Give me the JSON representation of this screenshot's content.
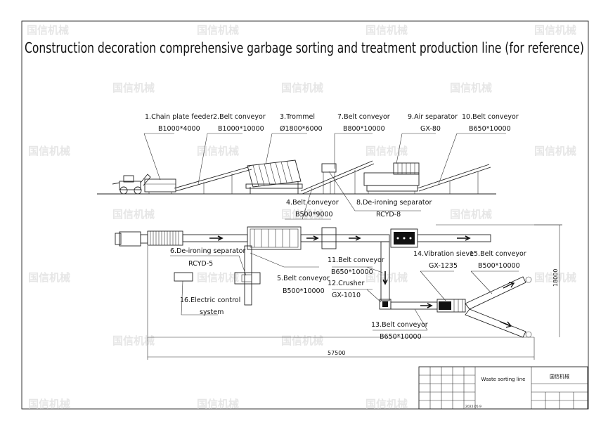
{
  "title": "Construction decoration comprehensive garbage sorting and treatment production line (for reference)",
  "watermark": "国信机械",
  "elevation": {
    "items": [
      {
        "name": "1.Chain plate feeder",
        "spec": "B1000*4000"
      },
      {
        "name": "2.Belt conveyor",
        "spec": "B1000*10000"
      },
      {
        "name": "3.Trommel",
        "spec": "Ø1800*6000"
      },
      {
        "name": "7.Belt conveyor",
        "spec": "B800*10000"
      },
      {
        "name": "9.Air separator",
        "spec": "GX-80"
      },
      {
        "name": "10.Belt conveyor",
        "spec": "B650*10000"
      },
      {
        "name": "4.Belt conveyor",
        "spec": "B500*9000"
      },
      {
        "name": "8.De-ironing separator",
        "spec": "RCYD-8"
      }
    ]
  },
  "plan": {
    "items": [
      {
        "name": "6.De-ironing separator",
        "spec": "RCYD-5"
      },
      {
        "name": "5.Belt conveyor",
        "spec": "B500*10000"
      },
      {
        "name": "11.Belt conveyor",
        "spec": "B650*10000"
      },
      {
        "name": "12.Crusher",
        "spec": "GX-1010"
      },
      {
        "name": "14.Vibration sieve",
        "spec": "GX-1235"
      },
      {
        "name": "15.Belt conveyor",
        "spec": "B500*10000"
      },
      {
        "name": "16.Electric control",
        "spec": "system"
      },
      {
        "name": "13.Belt conveyor",
        "spec": "B650*10000"
      }
    ],
    "dimension_width": "57500",
    "dimension_height": "18000"
  },
  "title_block": {
    "drawing_name": "Waste sorting line",
    "company": "国信机械",
    "date": "2022.05.9"
  }
}
